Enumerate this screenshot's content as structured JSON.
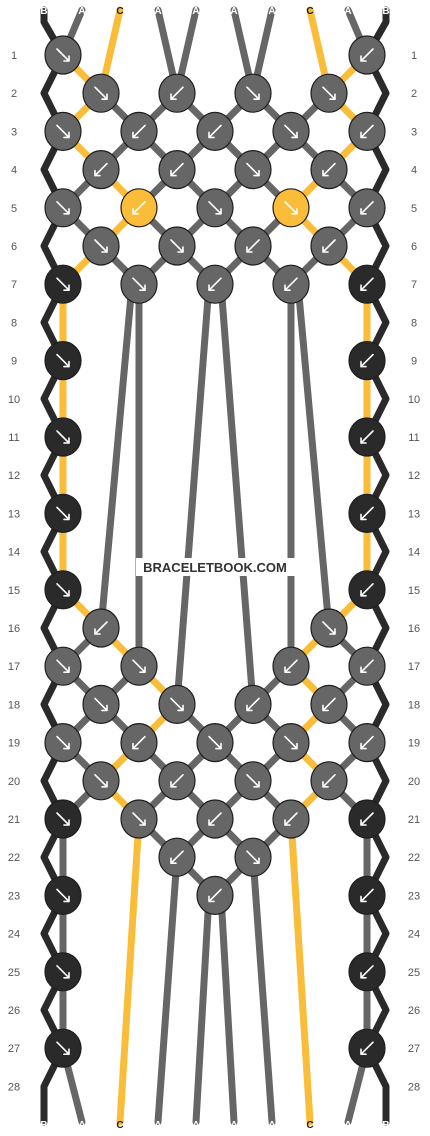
{
  "watermark": "BRACELETBOOK.COM",
  "strings": [
    "B",
    "A",
    "C",
    "A",
    "A",
    "A",
    "A",
    "C",
    "A",
    "B"
  ],
  "colors": {
    "A": "#666666",
    "B": "#2a2a2a",
    "C": "#f9bd3a"
  },
  "row_numbers": [
    "1",
    "2",
    "3",
    "4",
    "5",
    "6",
    "7",
    "8",
    "9",
    "10",
    "11",
    "12",
    "13",
    "14",
    "15",
    "16",
    "17",
    "18",
    "19",
    "20",
    "21",
    "22",
    "23",
    "24",
    "25",
    "26",
    "27",
    "28"
  ],
  "knots": [
    {
      "row": 1,
      "col": 0,
      "color": "A",
      "dir": "se"
    },
    {
      "row": 1,
      "col": 4,
      "color": "A",
      "dir": "sw"
    },
    {
      "row": 2,
      "col": 0,
      "color": "A",
      "dir": "se"
    },
    {
      "row": 2,
      "col": 1,
      "color": "A",
      "dir": "sw"
    },
    {
      "row": 2,
      "col": 2,
      "color": "A",
      "dir": "se"
    },
    {
      "row": 2,
      "col": 3,
      "color": "A",
      "dir": "se"
    },
    {
      "row": 3,
      "col": 0,
      "color": "A",
      "dir": "se"
    },
    {
      "row": 3,
      "col": 1,
      "color": "A",
      "dir": "sw"
    },
    {
      "row": 3,
      "col": 2,
      "color": "A",
      "dir": "sw"
    },
    {
      "row": 3,
      "col": 3,
      "color": "A",
      "dir": "se"
    },
    {
      "row": 3,
      "col": 4,
      "color": "A",
      "dir": "sw"
    },
    {
      "row": 4,
      "col": 0,
      "color": "A",
      "dir": "sw"
    },
    {
      "row": 4,
      "col": 1,
      "color": "A",
      "dir": "sw"
    },
    {
      "row": 4,
      "col": 2,
      "color": "A",
      "dir": "se"
    },
    {
      "row": 4,
      "col": 3,
      "color": "A",
      "dir": "sw"
    },
    {
      "row": 5,
      "col": 0,
      "color": "A",
      "dir": "se"
    },
    {
      "row": 5,
      "col": 1,
      "color": "C",
      "dir": "sw"
    },
    {
      "row": 5,
      "col": 2,
      "color": "A",
      "dir": "se"
    },
    {
      "row": 5,
      "col": 3,
      "color": "C",
      "dir": "se"
    },
    {
      "row": 5,
      "col": 4,
      "color": "A",
      "dir": "sw"
    },
    {
      "row": 6,
      "col": 0,
      "color": "A",
      "dir": "se"
    },
    {
      "row": 6,
      "col": 1,
      "color": "A",
      "dir": "se"
    },
    {
      "row": 6,
      "col": 2,
      "color": "A",
      "dir": "sw"
    },
    {
      "row": 6,
      "col": 3,
      "color": "A",
      "dir": "sw"
    },
    {
      "row": 7,
      "col": 0,
      "color": "B",
      "dir": "se"
    },
    {
      "row": 7,
      "col": 1,
      "color": "A",
      "dir": "se"
    },
    {
      "row": 7,
      "col": 2,
      "color": "A",
      "dir": "sw"
    },
    {
      "row": 7,
      "col": 3,
      "color": "A",
      "dir": "sw"
    },
    {
      "row": 7,
      "col": 4,
      "color": "B",
      "dir": "sw"
    },
    {
      "row": 9,
      "col": 0,
      "color": "B",
      "dir": "se"
    },
    {
      "row": 9,
      "col": 4,
      "color": "B",
      "dir": "sw"
    },
    {
      "row": 11,
      "col": 0,
      "color": "B",
      "dir": "se"
    },
    {
      "row": 11,
      "col": 4,
      "color": "B",
      "dir": "sw"
    },
    {
      "row": 13,
      "col": 0,
      "color": "B",
      "dir": "se"
    },
    {
      "row": 13,
      "col": 4,
      "color": "B",
      "dir": "sw"
    },
    {
      "row": 15,
      "col": 0,
      "color": "B",
      "dir": "se"
    },
    {
      "row": 15,
      "col": 4,
      "color": "B",
      "dir": "sw"
    },
    {
      "row": 16,
      "col": 0,
      "color": "A",
      "dir": "sw"
    },
    {
      "row": 16,
      "col": 3,
      "color": "A",
      "dir": "se"
    },
    {
      "row": 17,
      "col": 0,
      "color": "A",
      "dir": "se"
    },
    {
      "row": 17,
      "col": 1,
      "color": "A",
      "dir": "se"
    },
    {
      "row": 17,
      "col": 3,
      "color": "A",
      "dir": "sw"
    },
    {
      "row": 17,
      "col": 4,
      "color": "A",
      "dir": "sw"
    },
    {
      "row": 18,
      "col": 0,
      "color": "A",
      "dir": "se"
    },
    {
      "row": 18,
      "col": 1,
      "color": "A",
      "dir": "se"
    },
    {
      "row": 18,
      "col": 2,
      "color": "A",
      "dir": "sw"
    },
    {
      "row": 18,
      "col": 3,
      "color": "A",
      "dir": "sw"
    },
    {
      "row": 19,
      "col": 0,
      "color": "A",
      "dir": "se"
    },
    {
      "row": 19,
      "col": 1,
      "color": "A",
      "dir": "sw"
    },
    {
      "row": 19,
      "col": 2,
      "color": "A",
      "dir": "se"
    },
    {
      "row": 19,
      "col": 3,
      "color": "A",
      "dir": "se"
    },
    {
      "row": 19,
      "col": 4,
      "color": "A",
      "dir": "sw"
    },
    {
      "row": 20,
      "col": 0,
      "color": "A",
      "dir": "se"
    },
    {
      "row": 20,
      "col": 1,
      "color": "A",
      "dir": "sw"
    },
    {
      "row": 20,
      "col": 2,
      "color": "A",
      "dir": "se"
    },
    {
      "row": 20,
      "col": 3,
      "color": "A",
      "dir": "sw"
    },
    {
      "row": 21,
      "col": 0,
      "color": "B",
      "dir": "se"
    },
    {
      "row": 21,
      "col": 1,
      "color": "A",
      "dir": "se"
    },
    {
      "row": 21,
      "col": 2,
      "color": "A",
      "dir": "sw"
    },
    {
      "row": 21,
      "col": 3,
      "color": "A",
      "dir": "sw"
    },
    {
      "row": 21,
      "col": 4,
      "color": "B",
      "dir": "sw"
    },
    {
      "row": 22,
      "col": 1,
      "color": "A",
      "dir": "sw"
    },
    {
      "row": 22,
      "col": 2,
      "color": "A",
      "dir": "se"
    },
    {
      "row": 23,
      "col": 0,
      "color": "B",
      "dir": "se"
    },
    {
      "row": 23,
      "col": 2,
      "color": "A",
      "dir": "sw"
    },
    {
      "row": 23,
      "col": 4,
      "color": "B",
      "dir": "sw"
    },
    {
      "row": 25,
      "col": 0,
      "color": "B",
      "dir": "se"
    },
    {
      "row": 25,
      "col": 4,
      "color": "B",
      "dir": "sw"
    },
    {
      "row": 27,
      "col": 0,
      "color": "B",
      "dir": "se"
    },
    {
      "row": 27,
      "col": 4,
      "color": "B",
      "dir": "sw"
    }
  ]
}
